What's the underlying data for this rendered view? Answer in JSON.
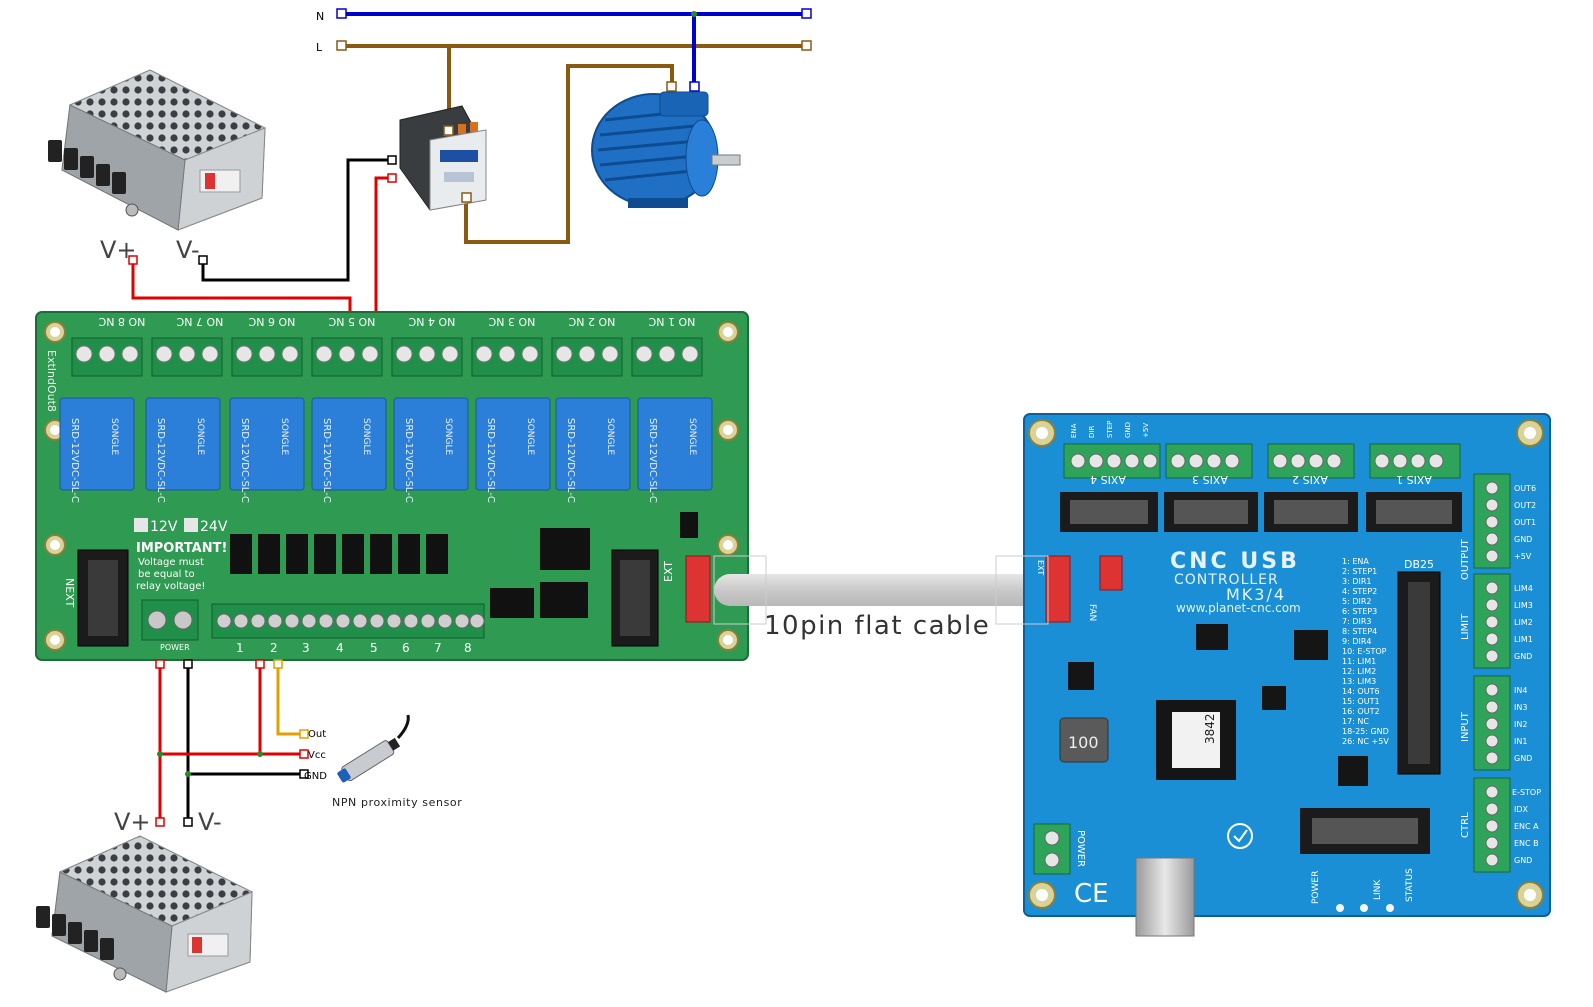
{
  "mains": {
    "neutral_label": "N",
    "line_label": "L"
  },
  "psu_top": {
    "vplus_label": "V+",
    "vminus_label": "V-"
  },
  "psu_bottom": {
    "vplus_label": "V+",
    "vminus_label": "V-"
  },
  "relay_board": {
    "brand": "ExtIndOut8",
    "relay_headers": [
      "NO 8 NC",
      "NO 7 NC",
      "NO 6 NC",
      "NO 5 NC",
      "NO 4 NC",
      "NO 3 NC",
      "NO 2 NC",
      "NO 1 NC"
    ],
    "relay_model": "SRD-12VDC-SL-C",
    "relay_brand": "SONGLE",
    "voltage_12": "12V",
    "voltage_24": "24V",
    "important_title": "IMPORTANT!",
    "important_line1": "Voltage must",
    "important_line2": "be equal to",
    "important_line3": "relay voltage!",
    "next_label": "NEXT",
    "power_label": "POWER",
    "ext_label": "EXT",
    "input_numbers": [
      "1",
      "2",
      "3",
      "4",
      "5",
      "6",
      "7",
      "8"
    ]
  },
  "sensor": {
    "out_label": "Out",
    "vcc_label": "Vcc",
    "gnd_label": "GND",
    "caption": "NPN proximity sensor"
  },
  "cable": {
    "caption": "10pin flat cable"
  },
  "cnc_board": {
    "title_line1": "CNC USB",
    "title_line2": "CONTROLLER",
    "model": "MK3/4",
    "url": "www.planet-cnc.com",
    "axis_labels": [
      "AXIS 4",
      "AXIS 3",
      "AXIS 2",
      "AXIS 1"
    ],
    "axis_pin_labels": [
      "ENA",
      "DIR",
      "STEP",
      "GND",
      "+5V"
    ],
    "db25_label": "DB25",
    "db25_pins": [
      "1: ENA",
      "2: STEP1",
      "3: DIR1",
      "4: STEP2",
      "5: DIR2",
      "6: STEP3",
      "7: DIR3",
      "8: STEP4",
      "9: DIR4",
      "10: E-STOP",
      "11: LIM1",
      "12: LIM2",
      "13: LIM3",
      "14: OUT6",
      "15: OUT1",
      "16: OUT2",
      "17: NC",
      "18-25: GND",
      "26: NC +5V"
    ],
    "output_label": "OUTPUT",
    "output_pins": [
      "OUT6",
      "OUT2",
      "OUT1",
      "GND",
      "+5V"
    ],
    "limit_label": "LIMIT",
    "limit_pins": [
      "LIM4",
      "LIM3",
      "LIM2",
      "LIM1",
      "GND"
    ],
    "input_label": "INPUT",
    "input_pins": [
      "IN4",
      "IN3",
      "IN2",
      "IN1",
      "GND"
    ],
    "ctrl_label": "CTRL",
    "ctrl_pins": [
      "E-STOP",
      "IDX",
      "ENC A",
      "ENC B",
      "GND"
    ],
    "ext_label": "EXT",
    "fan_label": "FAN",
    "power_label": "POWER",
    "status_label": "STATUS",
    "power_led_label": "POWER",
    "link_label": "LINK",
    "serial": "3842",
    "inductor": "100",
    "ce_mark": "CE"
  },
  "colors": {
    "neutral_wire": "#0000d0",
    "line_wire": "#8a5a10",
    "positive_wire": "#e00000",
    "negative_wire": "#000000",
    "sensor_signal": "#e0a000",
    "green_pcb": "#2e9a52",
    "blue_pcb": "#1a8fd6",
    "relay_blue": "#2b7fd8"
  }
}
